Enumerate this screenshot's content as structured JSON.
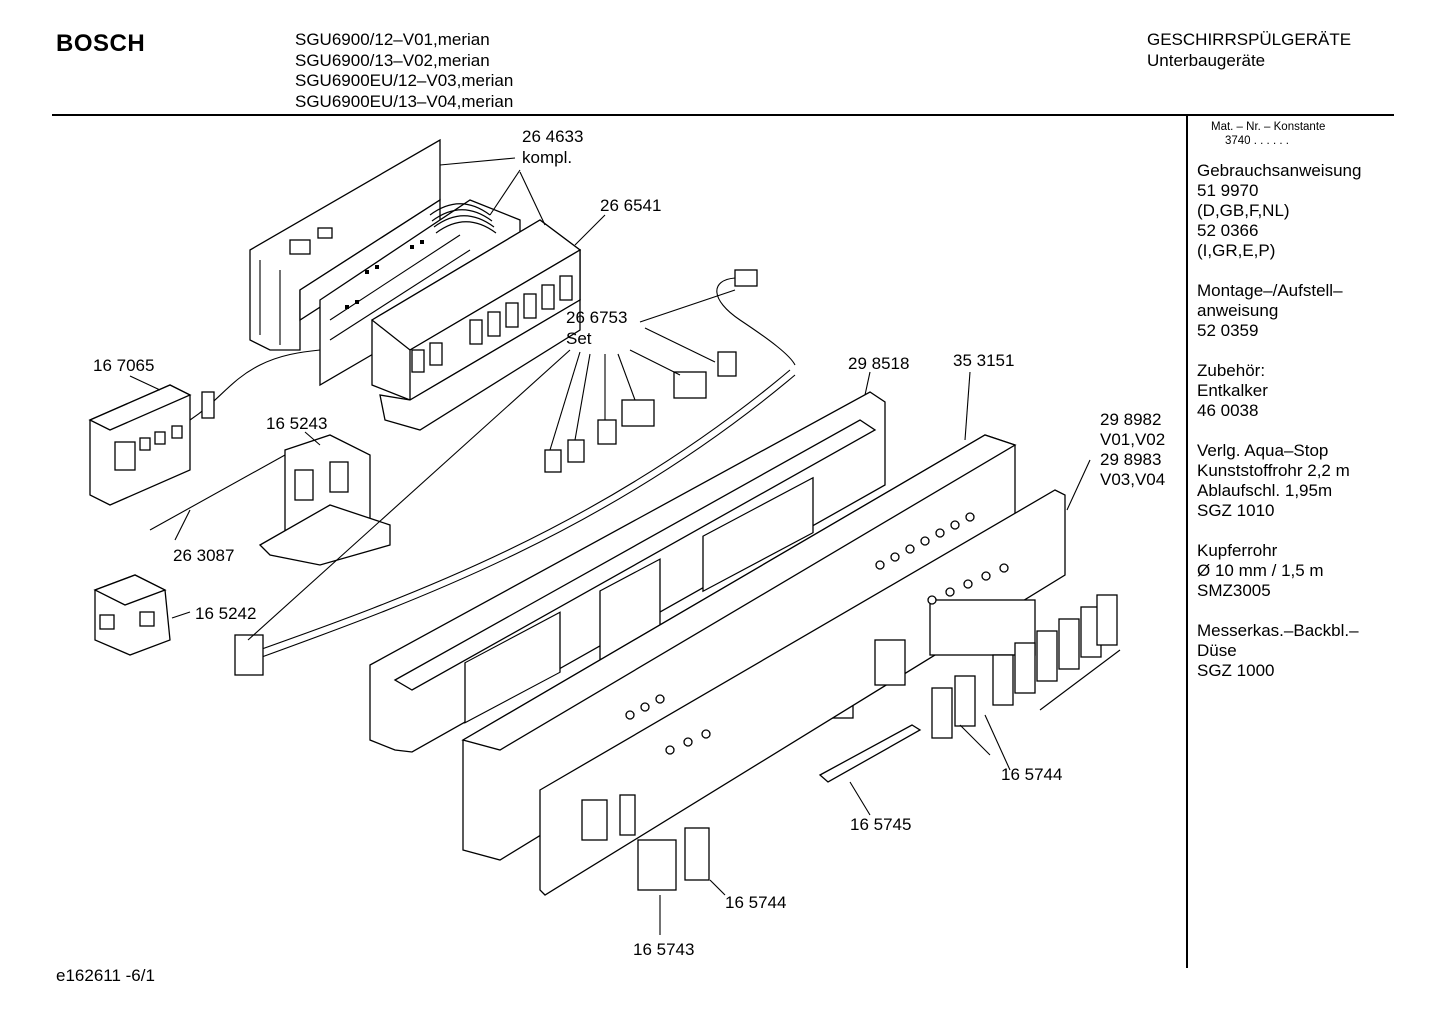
{
  "header": {
    "brand": "BOSCH",
    "models": [
      "SGU6900/12–V01,merian",
      "SGU6900/13–V02,merian",
      "SGU6900EU/12–V03,merian",
      "SGU6900EU/13–V04,merian"
    ],
    "category": [
      "GESCHIRRSPÜLGERÄTE",
      "Unterbaugeräte"
    ]
  },
  "sidebar": {
    "matnr_label": "Mat. – Nr. – Konstante",
    "matnr_value": "3740 . . . . . .",
    "notes": [
      [
        "Gebrauchsanweisung",
        "51 9970",
        "(D,GB,F,NL)",
        "52 0366",
        "(I,GR,E,P)"
      ],
      [
        "Montage–/Aufstell–",
        "anweisung",
        "52 0359"
      ],
      [
        "Zubehör:",
        "Entkalker",
        "46 0038"
      ],
      [
        "Verlg. Aqua–Stop",
        "Kunststoffrohr 2,2 m",
        "Ablaufschl. 1,95m",
        "SGZ 1010"
      ],
      [
        "Kupferrohr",
        "Ø 10 mm / 1,5 m",
        "SMZ3005"
      ],
      [
        "Messerkas.–Backbl.–",
        "Düse",
        "SGZ 1000"
      ]
    ]
  },
  "parts": {
    "p264633": "26 4633",
    "kompl": "kompl.",
    "p266541": "26 6541",
    "p266753": "26 6753",
    "set": "Set",
    "p167065": "16 7065",
    "p165243": "16 5243",
    "p263087": "26 3087",
    "p165242": "16 5242",
    "p298518": "29 8518",
    "p353151": "35 3151",
    "p298982": "29 8982",
    "v0102": "V01,V02",
    "p298983": "29 8983",
    "v0304": "V03,V04",
    "p165744a": "16 5744",
    "p165745": "16 5745",
    "p165744b": "16 5744",
    "p165743": "16 5743"
  },
  "footer": {
    "code": "e162611 -6/1"
  }
}
